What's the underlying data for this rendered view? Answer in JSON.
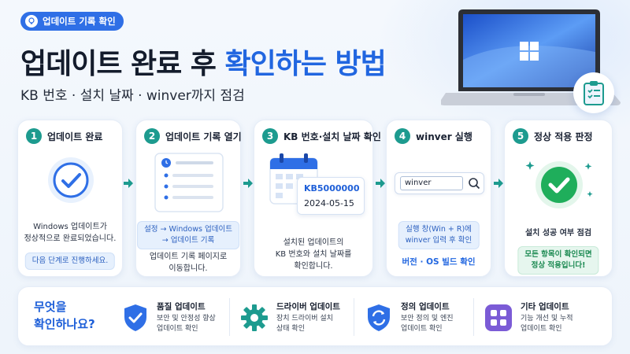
{
  "header": {
    "badge": "업데이트 기록 확인",
    "title_part1": "업데이트 완료 후 ",
    "title_highlight": "확인하는 방법",
    "subtitle": "KB 번호 · 설치 날짜 · winver까지 점검"
  },
  "steps": [
    {
      "num": "1",
      "title": "업데이트 완료",
      "desc_line1": "Windows 업데이트가",
      "desc_line2": "정상적으로 완료되었습니다.",
      "pill": "다음 단계로 진행하세요.",
      "icon": "check-circle-icon"
    },
    {
      "num": "2",
      "title": "업데이트 기록 열기",
      "pill_line1": "설정 → Windows 업데이트",
      "pill_line2": "→ 업데이트 기록",
      "desc_line1": "업데이트 기록 페이지로",
      "desc_line2": "이동합니다.",
      "icon": "history-list-icon"
    },
    {
      "num": "3",
      "title": "KB 번호·설치 날짜 확인",
      "kb": "KB5000000",
      "date": "2024-05-15",
      "desc_line1": "설치된 업데이트의",
      "desc_line2": "KB 번호와 설치 날짜를",
      "desc_line3": "확인합니다.",
      "icon": "calendar-icon"
    },
    {
      "num": "4",
      "title": "winver 실행",
      "search_value": "winver",
      "pill_line1": "실행 창(Win + R)에",
      "pill_line2": "winver 입력 후 확인",
      "link": "버전 · OS 빌드 확인",
      "icon": "search-icon"
    },
    {
      "num": "5",
      "title": "정상 적용 판정",
      "desc_line1": "설치 성공 여부 점검",
      "pill_line1": "모든 항목이 확인되면",
      "pill_line2": "정상 적용입니다!",
      "icon": "check-badge-icon"
    }
  ],
  "bottom": {
    "question_line1": "무엇을",
    "question_line2": "확인하나요?",
    "categories": [
      {
        "title": "품질 업데이트",
        "line1": "보안 및 안정성 향상",
        "line2": "업데이트 확인",
        "icon": "shield-check-icon"
      },
      {
        "title": "드라이버 업데이트",
        "line1": "장치 드라이버 설치",
        "line2": "상태 확인",
        "icon": "gear-icon"
      },
      {
        "title": "정의 업데이트",
        "line1": "보안 정의 및 엔진",
        "line2": "업데이트 확인",
        "icon": "refresh-icon"
      },
      {
        "title": "기타 업데이트",
        "line1": "기능 개선 및 누적",
        "line2": "업데이트 확인",
        "icon": "apps-grid-icon"
      }
    ]
  },
  "colors": {
    "accent": "#2166e0",
    "teal": "#1d9b8f",
    "green": "#1fae5b"
  }
}
